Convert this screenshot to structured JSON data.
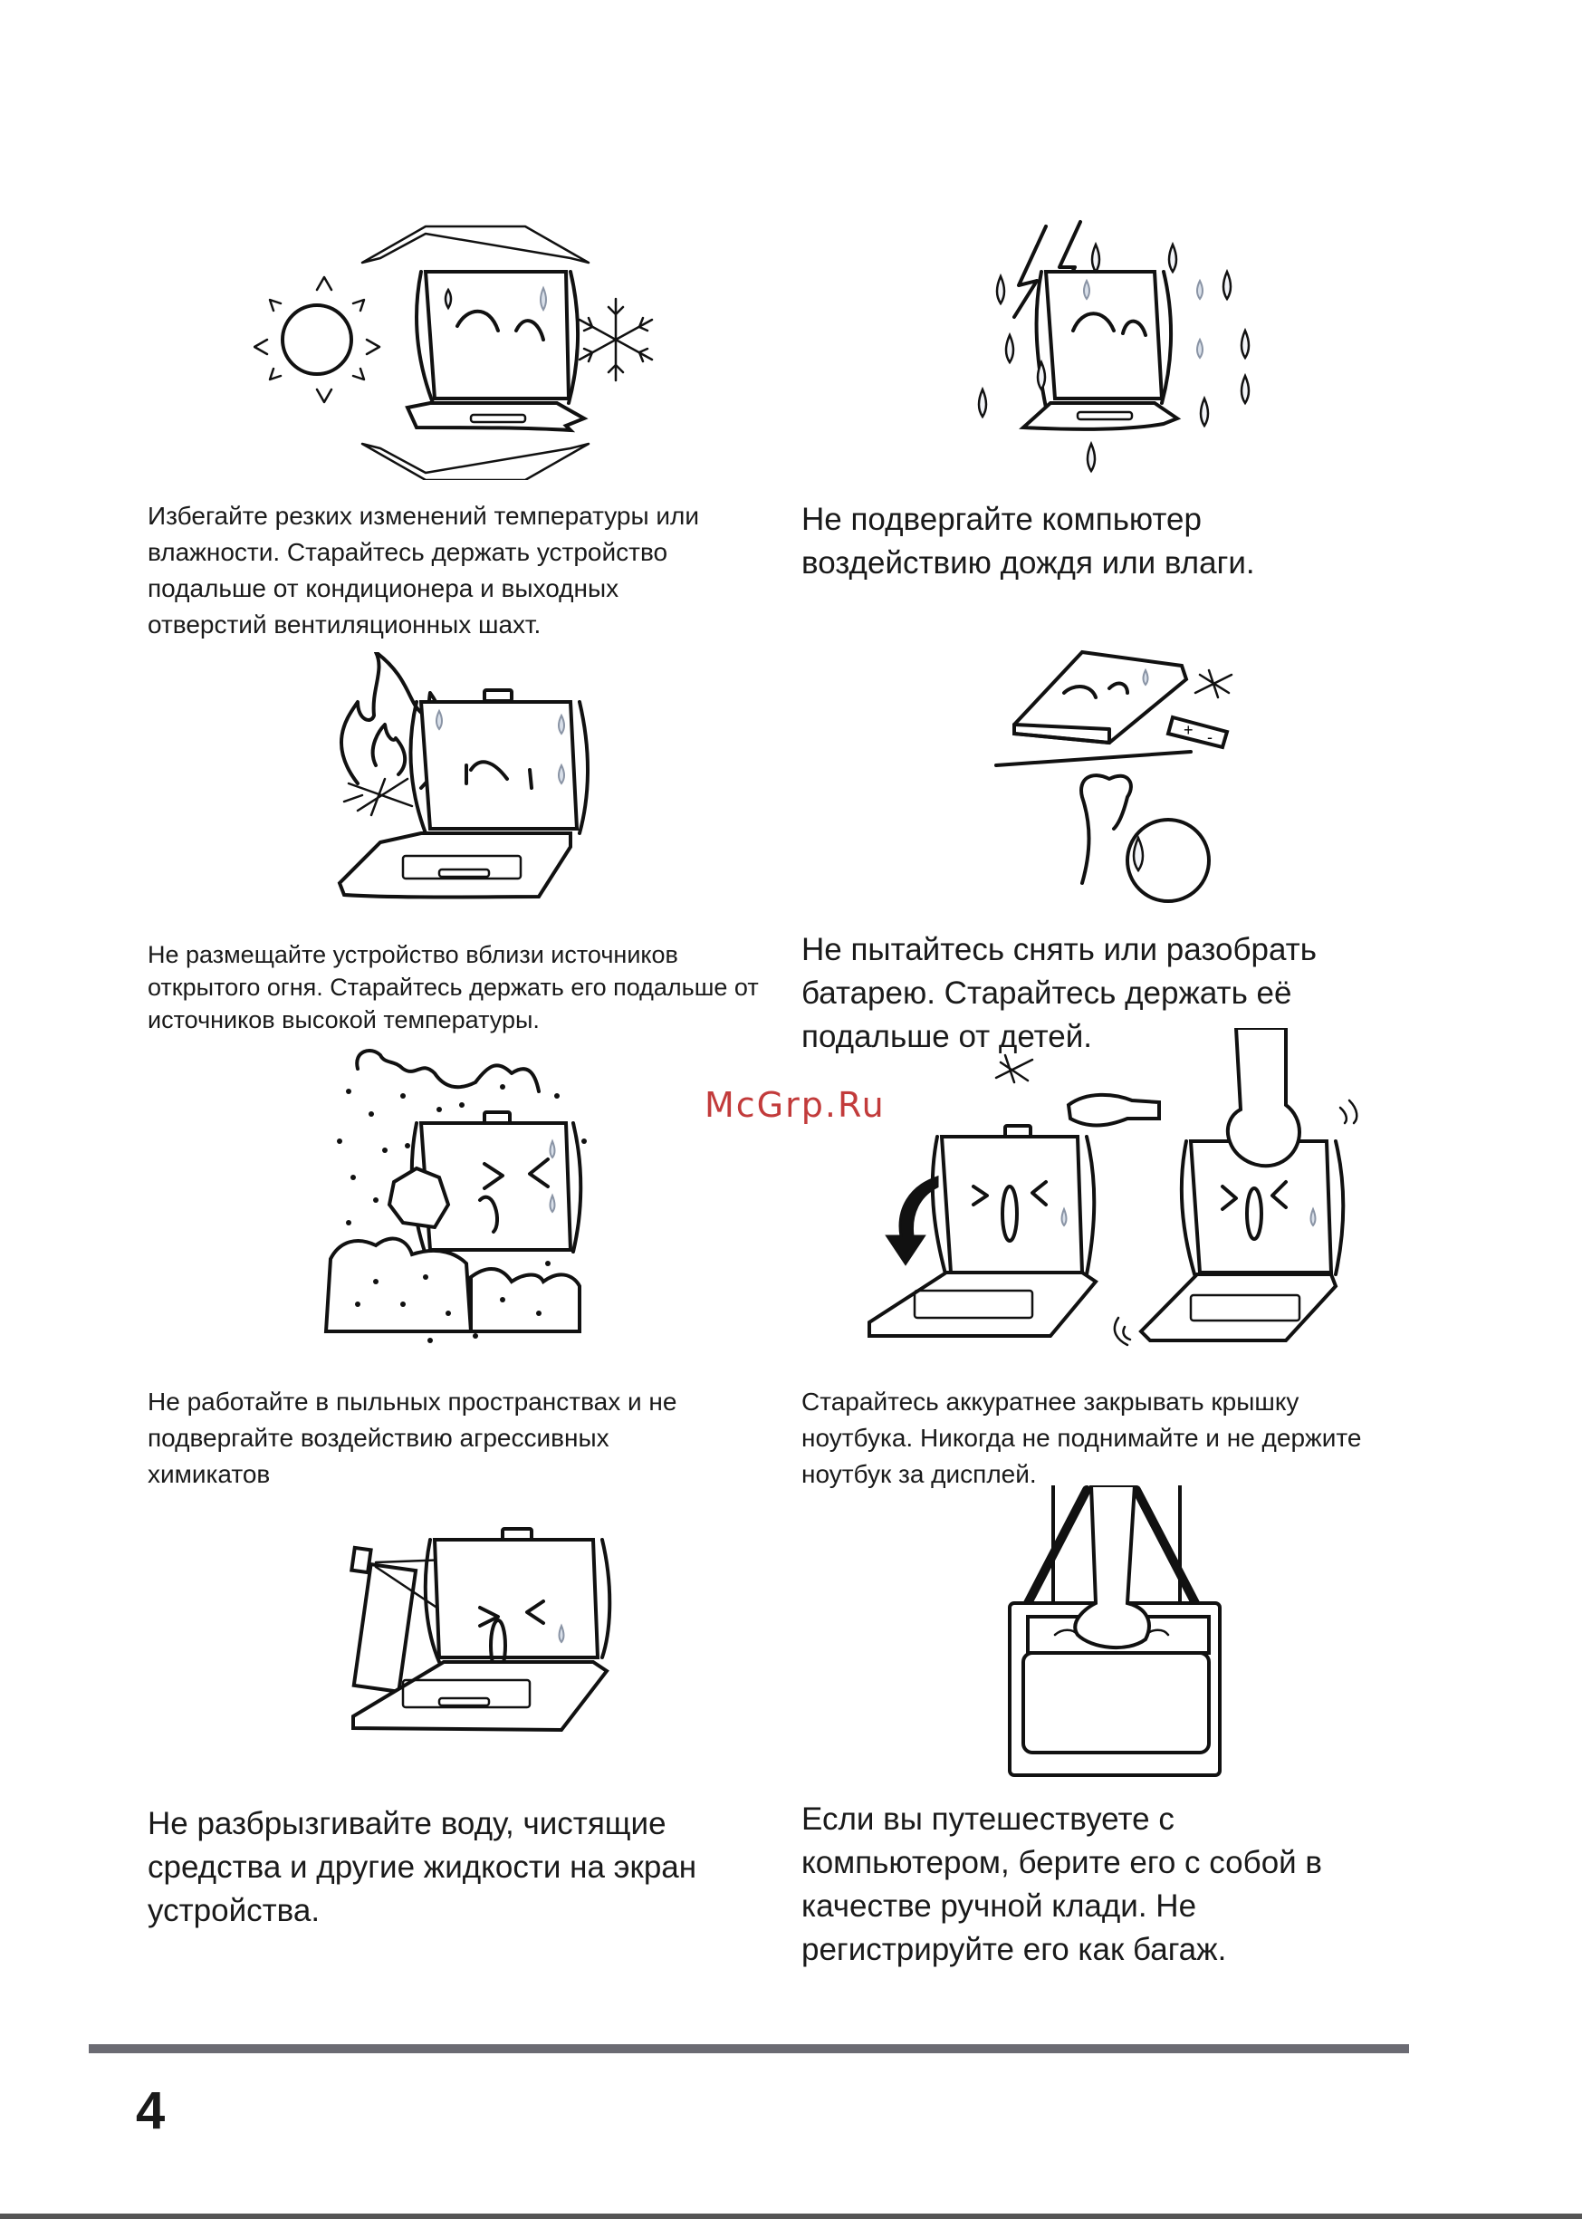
{
  "watermark": "McGrp.Ru",
  "page_number": "4",
  "sections": [
    {
      "caption": "Избегайте резких изменений температуры или влажности. Старайтесь держать устройство подальше от кондиционера и выходных отверстий вентиляционных шахт.",
      "icon": "temperature-humidity-icon"
    },
    {
      "caption": "Не подвергайте компьютер воздействию дождя или влаги.",
      "icon": "rain-lightning-icon"
    },
    {
      "caption": "Не размещайте устройство вблизи источников открытого огня. Старайтесь держать его подальше от источников высокой температуры.",
      "icon": "fire-icon"
    },
    {
      "caption": "Не пытайтесь снять или разобрать батарею. Старайтесь держать её подальше от детей.",
      "icon": "battery-child-icon"
    },
    {
      "caption": "Не работайте в пыльных пространствах и не подвергайте воздействию агрессивных химикатов",
      "icon": "dust-chemicals-icon"
    },
    {
      "caption": "Старайтесь аккуратнее закрывать крышку ноутбука. Никогда не поднимайте и не держите ноутбук за дисплей.",
      "icon": "lid-closing-icon"
    },
    {
      "caption": "Не разбрызгивайте воду, чистящие средства и другие жидкости на экран устройства.",
      "icon": "spray-bottle-icon"
    },
    {
      "caption": "Если вы путешествуете с компьютером, берите его с собой в качестве ручной клади. Не регистрируйте его как багаж.",
      "icon": "travel-bag-icon"
    }
  ]
}
